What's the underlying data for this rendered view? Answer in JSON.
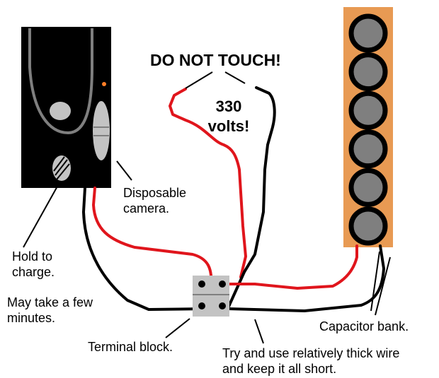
{
  "labels": {
    "do_not_touch": "DO NOT TOUCH!",
    "voltage_line1": "330",
    "voltage_line2": "volts!",
    "camera_line1": "Disposable",
    "camera_line2": "camera.",
    "hold_line1": "Hold to",
    "hold_line2": "charge.",
    "wait_line1": "May take a few",
    "wait_line2": "minutes.",
    "terminal_block": "Terminal block.",
    "capacitor_bank": "Capacitor bank.",
    "advice_line1": "Try and use relatively thick wire",
    "advice_line2": "and keep it all short."
  },
  "colors": {
    "camera_body": "#000000",
    "camera_detail": "#7f7f7f",
    "capacitor_board": "#e89a53",
    "capacitor": "#7f7f7f",
    "wire_red": "#e0151c",
    "wire_black": "#000000",
    "terminal_block": "#c3c3c3"
  },
  "capacitor_count": 6
}
